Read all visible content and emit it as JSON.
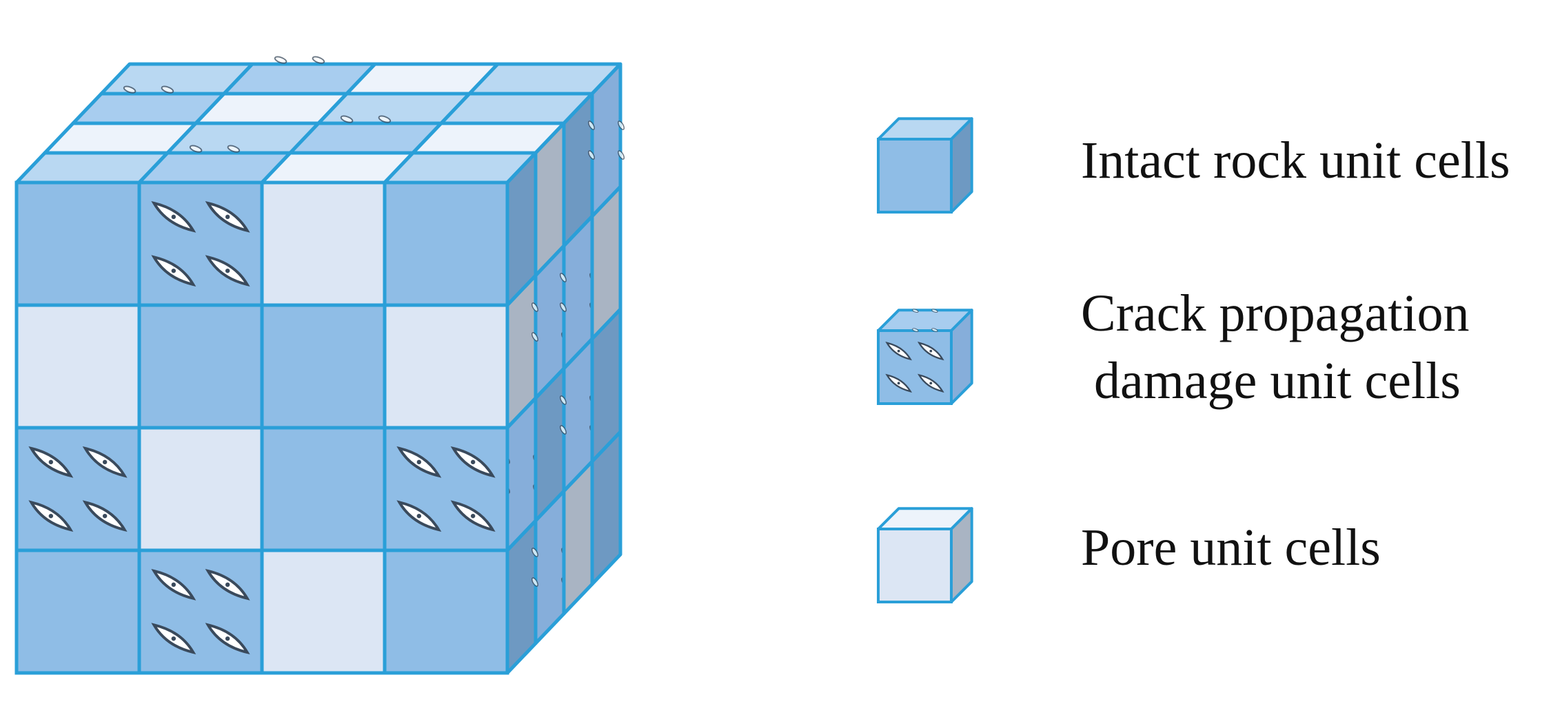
{
  "colors": {
    "edge": "#2A9FD8",
    "intact_front": "#8FBDE6",
    "intact_top": "#B9D8F2",
    "intact_side": "#6E99C2",
    "crack_front": "#8FBDE6",
    "crack_top": "#A8CDEF",
    "crack_side": "#86AEDA",
    "crack_mark": "#3A4A5C",
    "pore_front": "#DCE6F4",
    "pore_top": "#EDF3FB",
    "pore_side": "#A9B4C3"
  },
  "cube": {
    "size": 4,
    "front_face": [
      [
        "intact",
        "crack",
        "pore",
        "intact"
      ],
      [
        "pore",
        "intact",
        "intact",
        "pore"
      ],
      [
        "crack",
        "pore",
        "intact",
        "crack"
      ],
      [
        "intact",
        "crack",
        "pore",
        "intact"
      ]
    ],
    "top_face": [
      [
        "intact",
        "crack",
        "pore",
        "intact"
      ],
      [
        "crack",
        "pore",
        "intact",
        "intact"
      ],
      [
        "pore",
        "intact",
        "crack",
        "pore"
      ],
      [
        "intact",
        "crack",
        "pore",
        "intact"
      ]
    ],
    "right_face": [
      [
        "intact",
        "pore",
        "intact",
        "crack"
      ],
      [
        "pore",
        "crack",
        "crack",
        "pore"
      ],
      [
        "crack",
        "intact",
        "crack",
        "intact"
      ],
      [
        "intact",
        "crack",
        "pore",
        "intact"
      ]
    ]
  },
  "legend": [
    {
      "type": "intact",
      "lines": [
        "Intact rock unit cells"
      ]
    },
    {
      "type": "crack",
      "lines": [
        "Crack propagation",
        " damage unit cells"
      ]
    },
    {
      "type": "pore",
      "lines": [
        "Pore unit cells"
      ]
    }
  ]
}
